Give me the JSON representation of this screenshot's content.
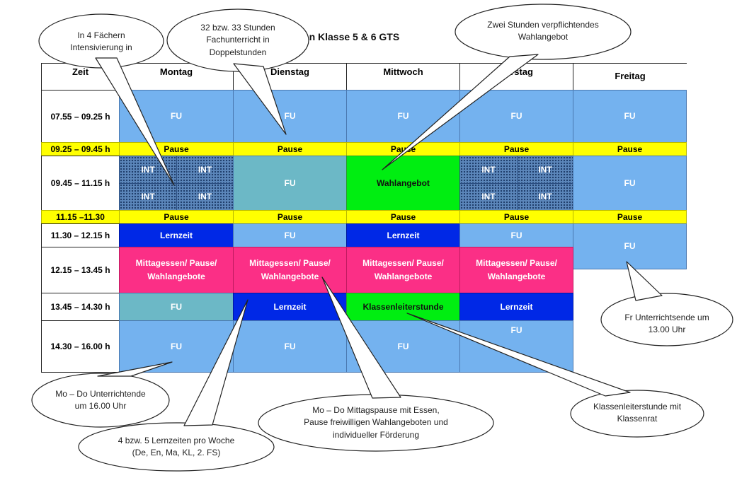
{
  "title": "enplan Klasse 5 & 6 GTS",
  "headers": {
    "zeit": "Zeit",
    "montag": "Montag",
    "dienstag": "Dienstag",
    "mittwoch": "Mittwoch",
    "donnerstag": "nerstag",
    "freitag": "Freitag"
  },
  "times": {
    "t1": "07.55 – 09.25 h",
    "p1": "09.25 – 09.45 h",
    "t2": "09.45 – 11.15 h",
    "p2": "11.15 –11.30",
    "t3": "11.30 – 12.15 h",
    "t4": "12.15 – 13.45 h",
    "t5": "13.45 – 14.30 h",
    "t6": "14.30 – 16.00 h"
  },
  "labels": {
    "fu": "FU",
    "pause": "Pause",
    "int": "INT",
    "wahlangebot": "Wahlangebot",
    "lernzeit": "Lernzeit",
    "mittag_1": "Mittagessen/ Pause/",
    "mittag_2": "Wahlangebote",
    "klassenleiterstunde": "Klassenleiterstunde"
  },
  "callouts": {
    "intensiv": [
      "In 4 Fächern",
      "Intensivierung in"
    ],
    "stunden": [
      "32 bzw. 33 Stunden",
      "Fachunterricht in",
      "Doppelstunden"
    ],
    "wahl": [
      "Zwei Stunden verpflichtendes",
      "Wahlangebot"
    ],
    "freitag": [
      "Fr Unterrichtsende um",
      "13.00 Uhr"
    ],
    "moende": [
      "Mo – Do  Unterrichtende",
      "um 16.00 Uhr"
    ],
    "lernzeiten": [
      "4 bzw. 5 Lernzeiten pro Woche",
      "(De, En, Ma, KL, 2. FS)"
    ],
    "mittagspause": [
      "Mo – Do Mittagspause mit Essen,",
      "Pause freiwilligen Wahlangeboten und",
      "individueller Förderung"
    ],
    "klassenrat": [
      "Klassenleiterstunde mit",
      "Klassenrat"
    ]
  }
}
